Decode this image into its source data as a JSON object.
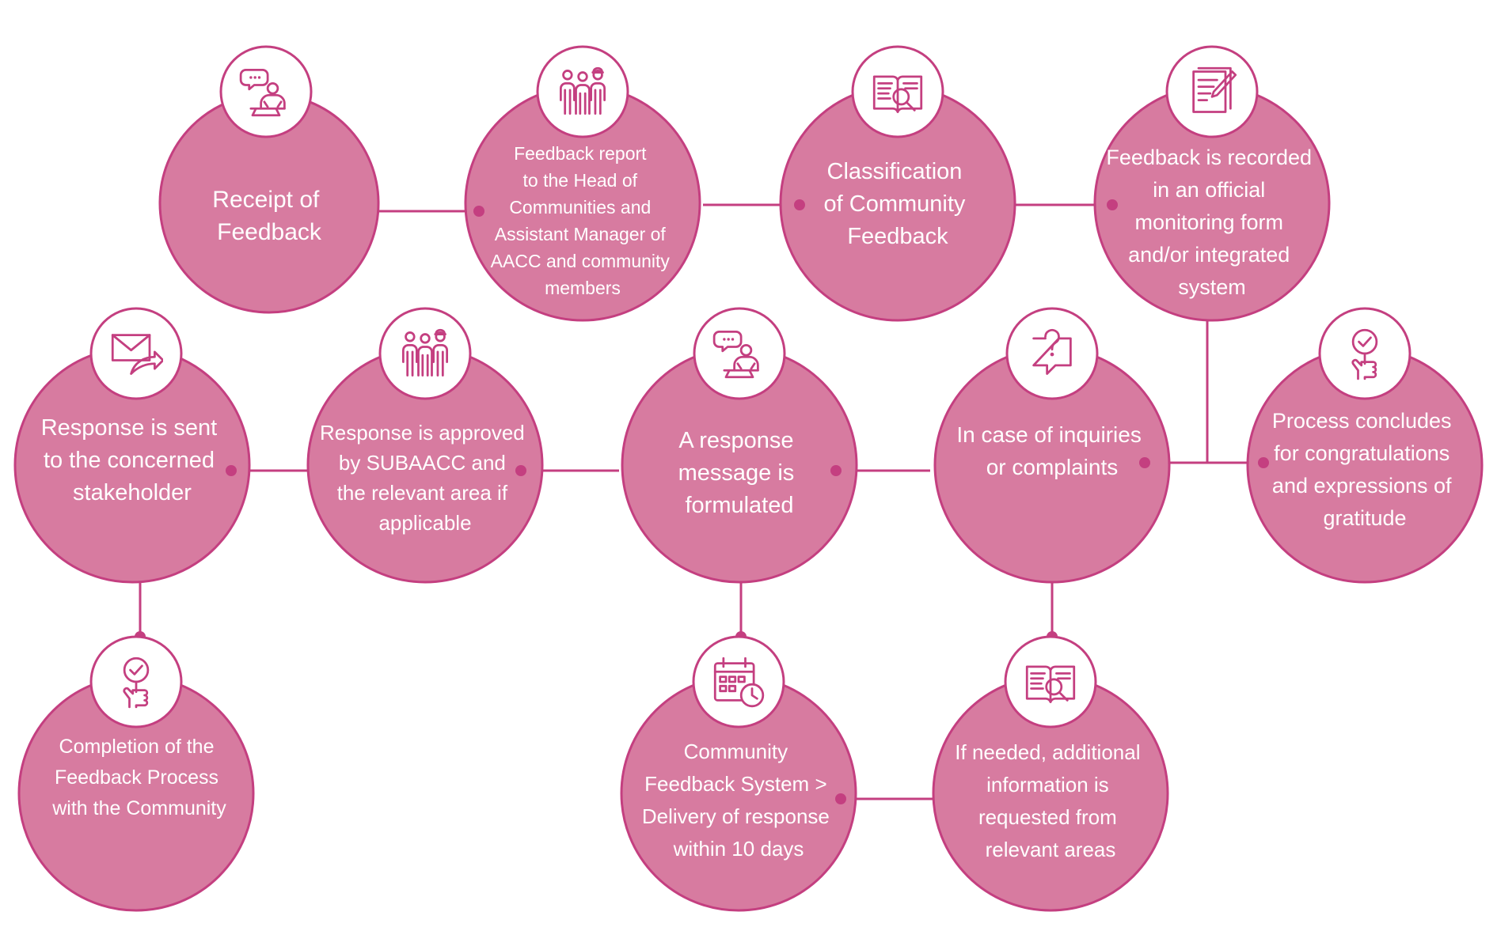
{
  "colors": {
    "circle_fill": "#d77ba0",
    "stroke": "#c43f80",
    "text": "#ffffff",
    "background": "#ffffff"
  },
  "nodes": [
    {
      "id": "receipt",
      "icon": "speaking-person-icon",
      "lines": [
        "Receipt of",
        "Feedback"
      ]
    },
    {
      "id": "report",
      "icon": "team-people-icon",
      "lines": [
        "Feedback report",
        "to the Head of",
        "Communities and",
        "Assistant Manager of",
        "AACC and community",
        "members"
      ]
    },
    {
      "id": "classification",
      "icon": "book-magnifier-icon",
      "lines": [
        "Classification",
        "of Community",
        "Feedback"
      ]
    },
    {
      "id": "recorded",
      "icon": "document-pen-icon",
      "lines": [
        "Feedback is recorded",
        "in an official",
        "monitoring form",
        "and/or integrated",
        "system"
      ]
    },
    {
      "id": "concludes",
      "icon": "hand-check-sign-icon",
      "lines": [
        "Process concludes",
        "for congratulations",
        "and expressions of",
        "gratitude"
      ]
    },
    {
      "id": "inquiries",
      "icon": "question-bubble-icon",
      "lines": [
        "In case of inquiries",
        "or complaints"
      ]
    },
    {
      "id": "formulated",
      "icon": "speaking-person-icon",
      "lines": [
        "A response",
        "message is",
        "formulated"
      ]
    },
    {
      "id": "approved",
      "icon": "team-people-icon",
      "lines": [
        "Response is approved",
        "by SUBAACC and",
        "the relevant area if",
        "applicable"
      ]
    },
    {
      "id": "sent",
      "icon": "envelope-send-icon",
      "lines": [
        "Response is sent",
        "to the concerned",
        "stakeholder"
      ]
    },
    {
      "id": "completion",
      "icon": "hand-check-sign-icon",
      "lines": [
        "Completion of the",
        "Feedback Process",
        "with the Community"
      ]
    },
    {
      "id": "system",
      "icon": "calendar-clock-icon",
      "lines": [
        "Community",
        "Feedback System >",
        "Delivery of response",
        "within 10 days"
      ]
    },
    {
      "id": "additional",
      "icon": "book-magnifier-icon",
      "lines": [
        "If needed, additional",
        "information is",
        "requested from",
        "relevant areas"
      ]
    }
  ]
}
